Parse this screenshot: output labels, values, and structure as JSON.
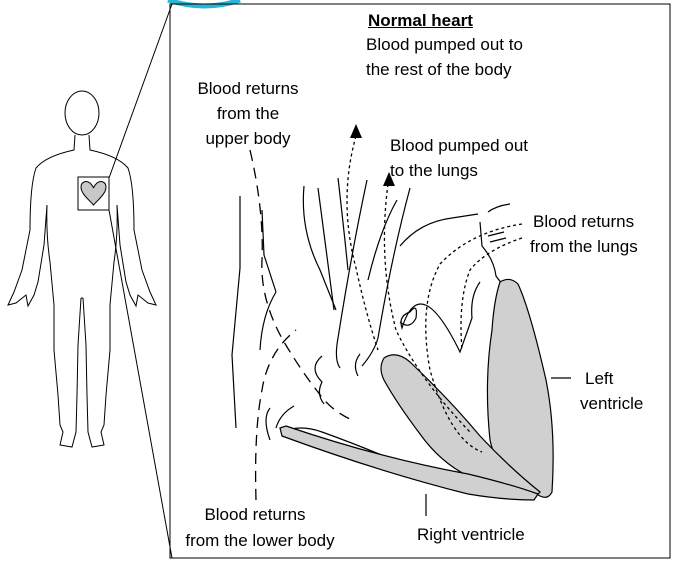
{
  "title": "Normal heart",
  "labels": {
    "pumped_body_1": "Blood pumped out to",
    "pumped_body_2": "the rest of the body",
    "upper_1": "Blood returns",
    "upper_2": "from the",
    "upper_3": "upper body",
    "pumped_lungs_1": "Blood pumped out",
    "pumped_lungs_2": "to the lungs",
    "lungs_return_1": "Blood returns",
    "lungs_return_2": "from the lungs",
    "left_v_1": "Left",
    "left_v_2": "ventricle",
    "lower_1": "Blood returns",
    "lower_2": "from the lower body",
    "right_v": "Right ventricle"
  },
  "colors": {
    "line": "#000000",
    "heart_fill": "#c8c8c8",
    "wall_fill": "#d0d0d0",
    "accent_arc": "#29b6d6"
  }
}
